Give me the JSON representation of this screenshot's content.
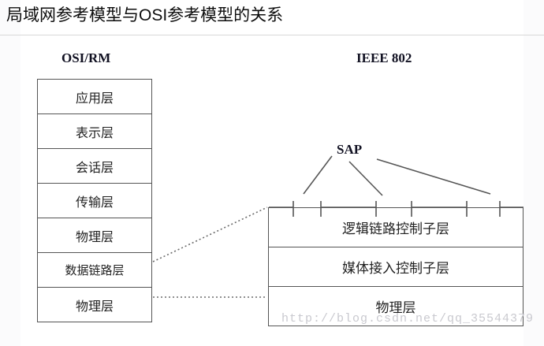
{
  "page": {
    "title": "局域网参考模型与OSI参考模型的关系",
    "background_color": "#ffffff",
    "line_color": "#555555",
    "text_color": "#222222"
  },
  "osi_panel": {
    "header": "OSI/RM",
    "layers": [
      {
        "label": "应用层"
      },
      {
        "label": "表示层"
      },
      {
        "label": "会话层"
      },
      {
        "label": "传输层"
      },
      {
        "label": "物理层"
      },
      {
        "label": "数据链路层"
      },
      {
        "label": "物理层"
      }
    ]
  },
  "ieee_panel": {
    "header": "IEEE 802",
    "sap_label": "SAP",
    "layers": [
      {
        "label": "逻辑链路控制子层"
      },
      {
        "label": "媒体接入控制子层"
      },
      {
        "label": "物理层"
      }
    ]
  },
  "watermark": {
    "text": "http://blog.csdn.net/qq_35544379"
  }
}
